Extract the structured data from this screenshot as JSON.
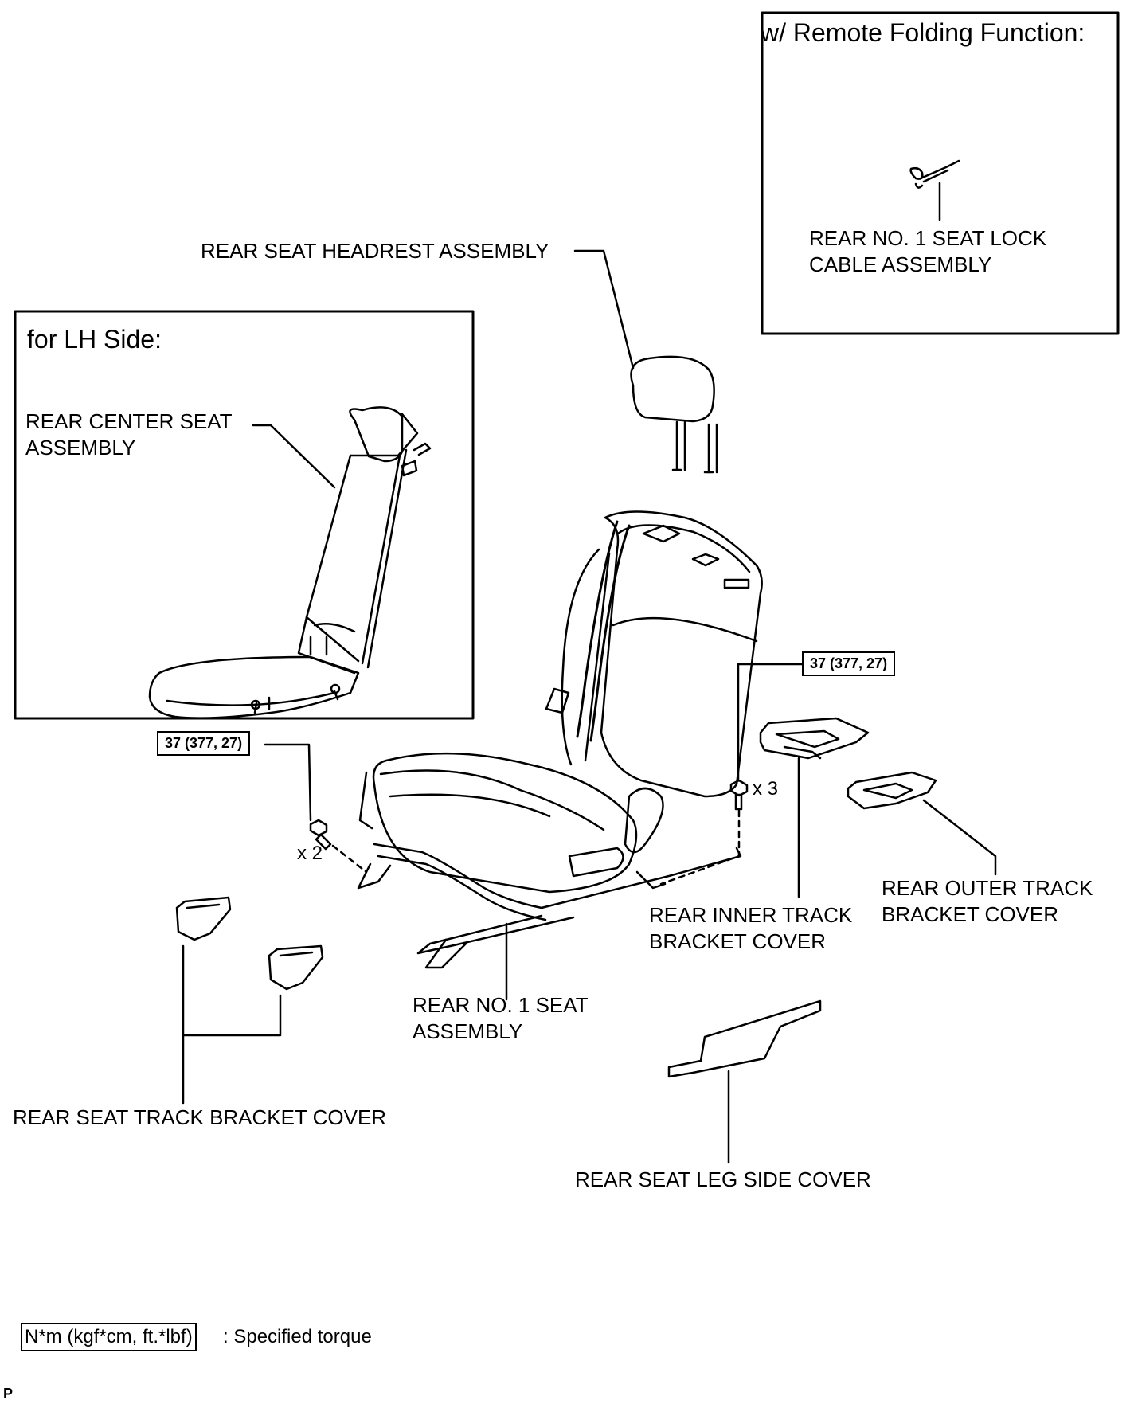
{
  "panels": {
    "remote_folding": {
      "title": "w/ Remote Folding Function:",
      "part": "REAR NO. 1 SEAT LOCK\nCABLE ASSEMBLY"
    },
    "lh_side": {
      "title": "for LH Side:",
      "part": "REAR CENTER SEAT\nASSEMBLY"
    }
  },
  "parts": {
    "headrest": "REAR SEAT HEADREST ASSEMBLY",
    "seat": "REAR NO. 1 SEAT\nASSEMBLY",
    "inner_cover": "REAR INNER TRACK\nBRACKET COVER",
    "outer_cover": "REAR OUTER TRACK\nBRACKET COVER",
    "track_bracket_cover": "REAR SEAT TRACK BRACKET COVER",
    "leg_side_cover": "REAR SEAT LEG SIDE COVER"
  },
  "torques": {
    "left": "37 (377, 27)",
    "right": "37 (377, 27)"
  },
  "quantities": {
    "left": "x 2",
    "right": "x 3"
  },
  "legend": {
    "unit": "N*m (kgf*cm, ft.*lbf)",
    "text": ": Specified torque"
  },
  "corner_mark": "P"
}
